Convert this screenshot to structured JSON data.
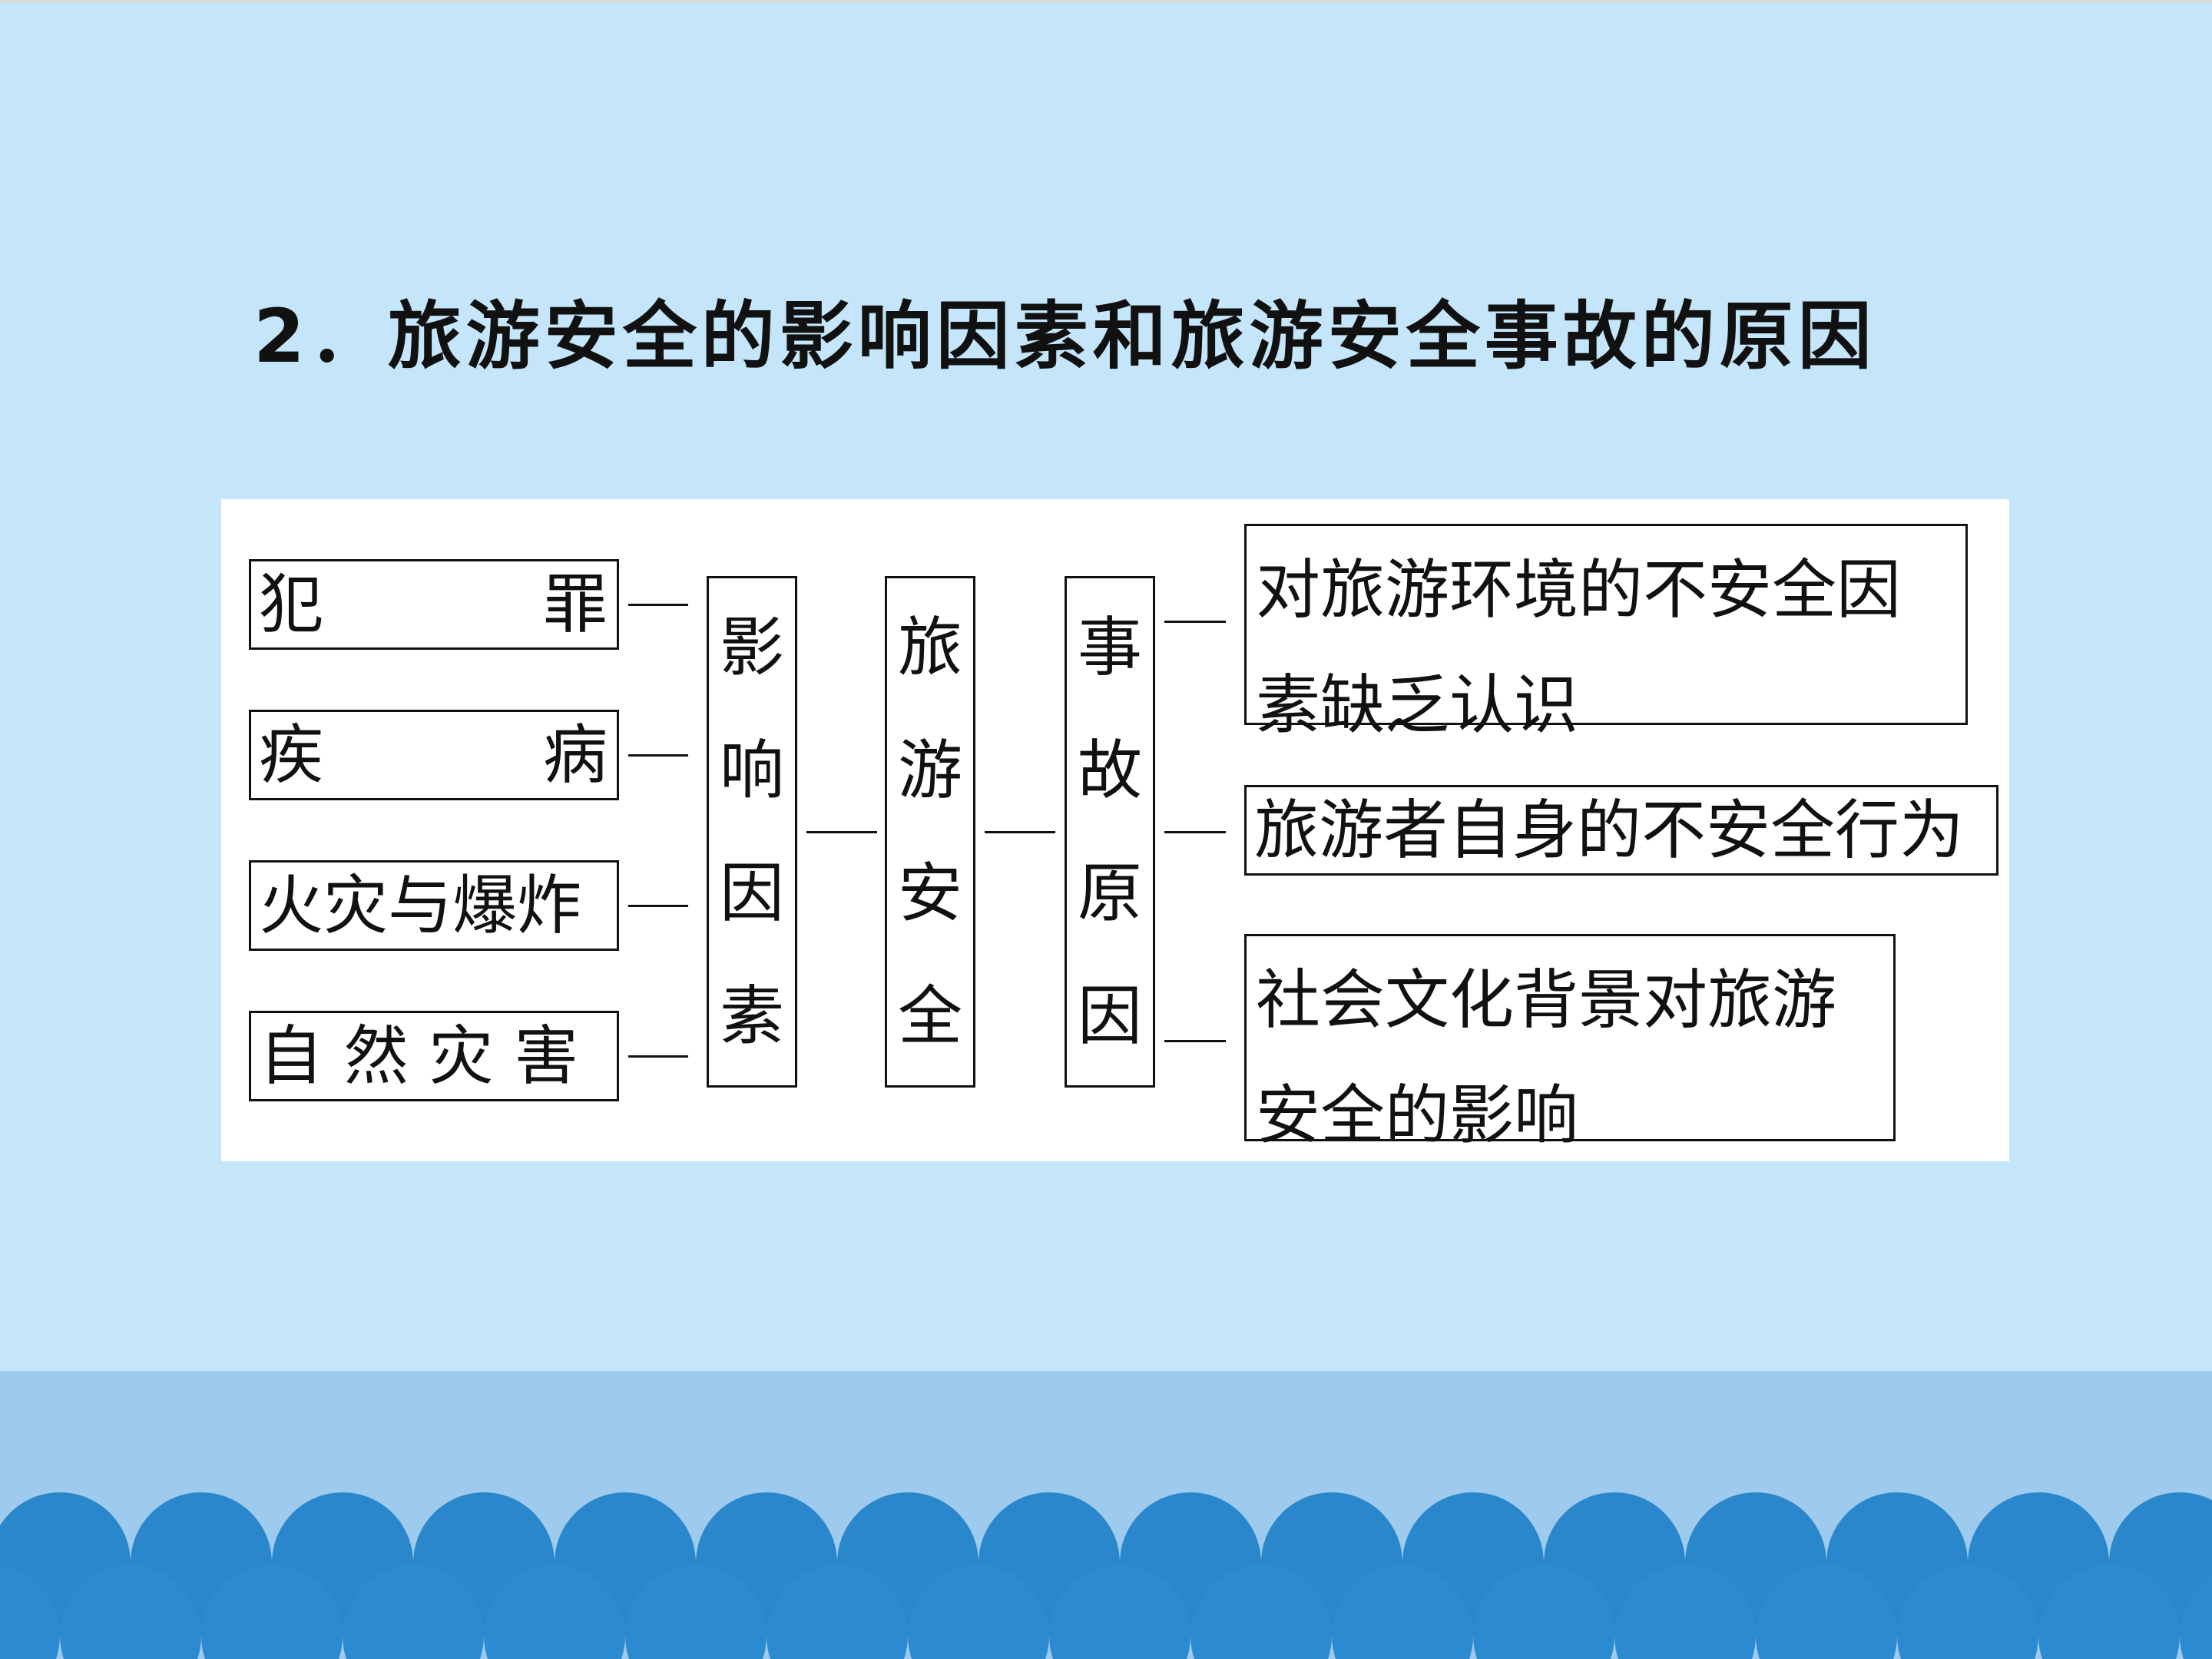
{
  "title": "2．旅游安全的影响因素和旅游安全事故的原因",
  "factors": [
    {
      "left": "犯",
      "right": "罪"
    },
    {
      "left": "疾",
      "right": "病"
    },
    {
      "text": "火灾与爆炸"
    },
    {
      "text": "自 然 灾 害"
    }
  ],
  "influence_box": [
    "影",
    "响",
    "因",
    "素"
  ],
  "safety_box": [
    "旅",
    "游",
    "安",
    "全"
  ],
  "cause_box": [
    "事",
    "故",
    "原",
    "因"
  ],
  "causes": [
    {
      "line1": "对旅游环境的不安全因",
      "line2": "素缺乏认识"
    },
    {
      "line1": "旅游者自身的不安全行为"
    },
    {
      "line1": "社会文化背景对旅游",
      "line2": "安全的影响"
    }
  ],
  "colors": {
    "background": "#c5e6fa",
    "band": "#9dcaed",
    "scallop_front": "#2c8bd0",
    "scallop_back": "#2a87cc"
  }
}
